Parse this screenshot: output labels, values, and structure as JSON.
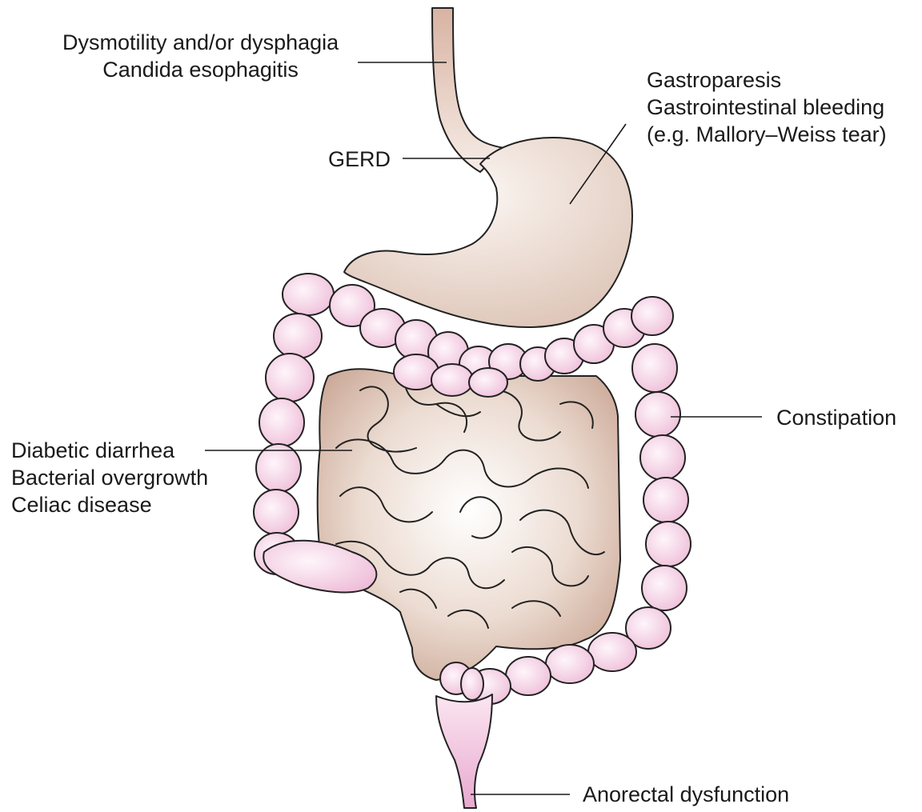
{
  "labels": {
    "esophagus": [
      "Dysmotility and/or dysphagia",
      "Candida esophagitis"
    ],
    "gerd": "GERD",
    "stomach": [
      "Gastroparesis",
      "Gastrointestinal bleeding",
      "(e.g. Mallory–Weiss tear)"
    ],
    "colon": "Constipation",
    "small_intestine": [
      "Diabetic diarrhea",
      "Bacterial overgrowth",
      "Celiac disease"
    ],
    "rectum": "Anorectal dysfunction"
  },
  "colors": {
    "gut_tan": "#d9c1b4",
    "gut_light": "#fbf6f2",
    "colon_pink": "#f0c4dc",
    "colon_light": "#fdf1f7",
    "line": "#222222"
  }
}
